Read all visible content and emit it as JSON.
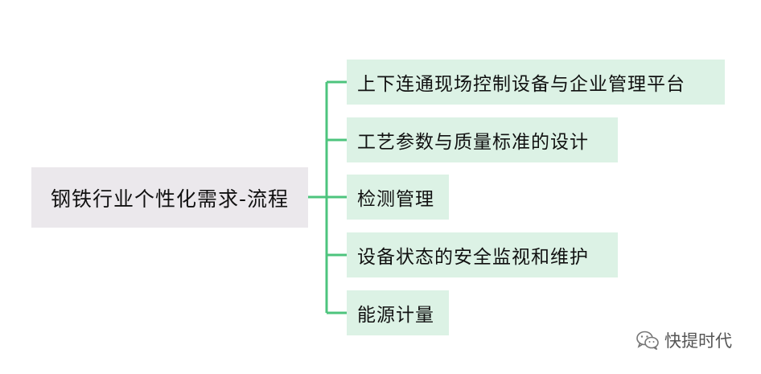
{
  "mindmap": {
    "root": "钢铁行业个性化需求-流程",
    "branches": [
      "上下连通现场控制设备与企业管理平台",
      "工艺参数与质量标准的设计",
      "检测管理",
      "设备状态的安全监视和维护",
      "能源计量"
    ]
  },
  "watermark": {
    "text": "快提时代",
    "icon": "wechat-icon"
  },
  "colors": {
    "root_bg": "#ebe8ec",
    "branch_bg": "#dcf2e5",
    "connector": "#4dc47d"
  }
}
